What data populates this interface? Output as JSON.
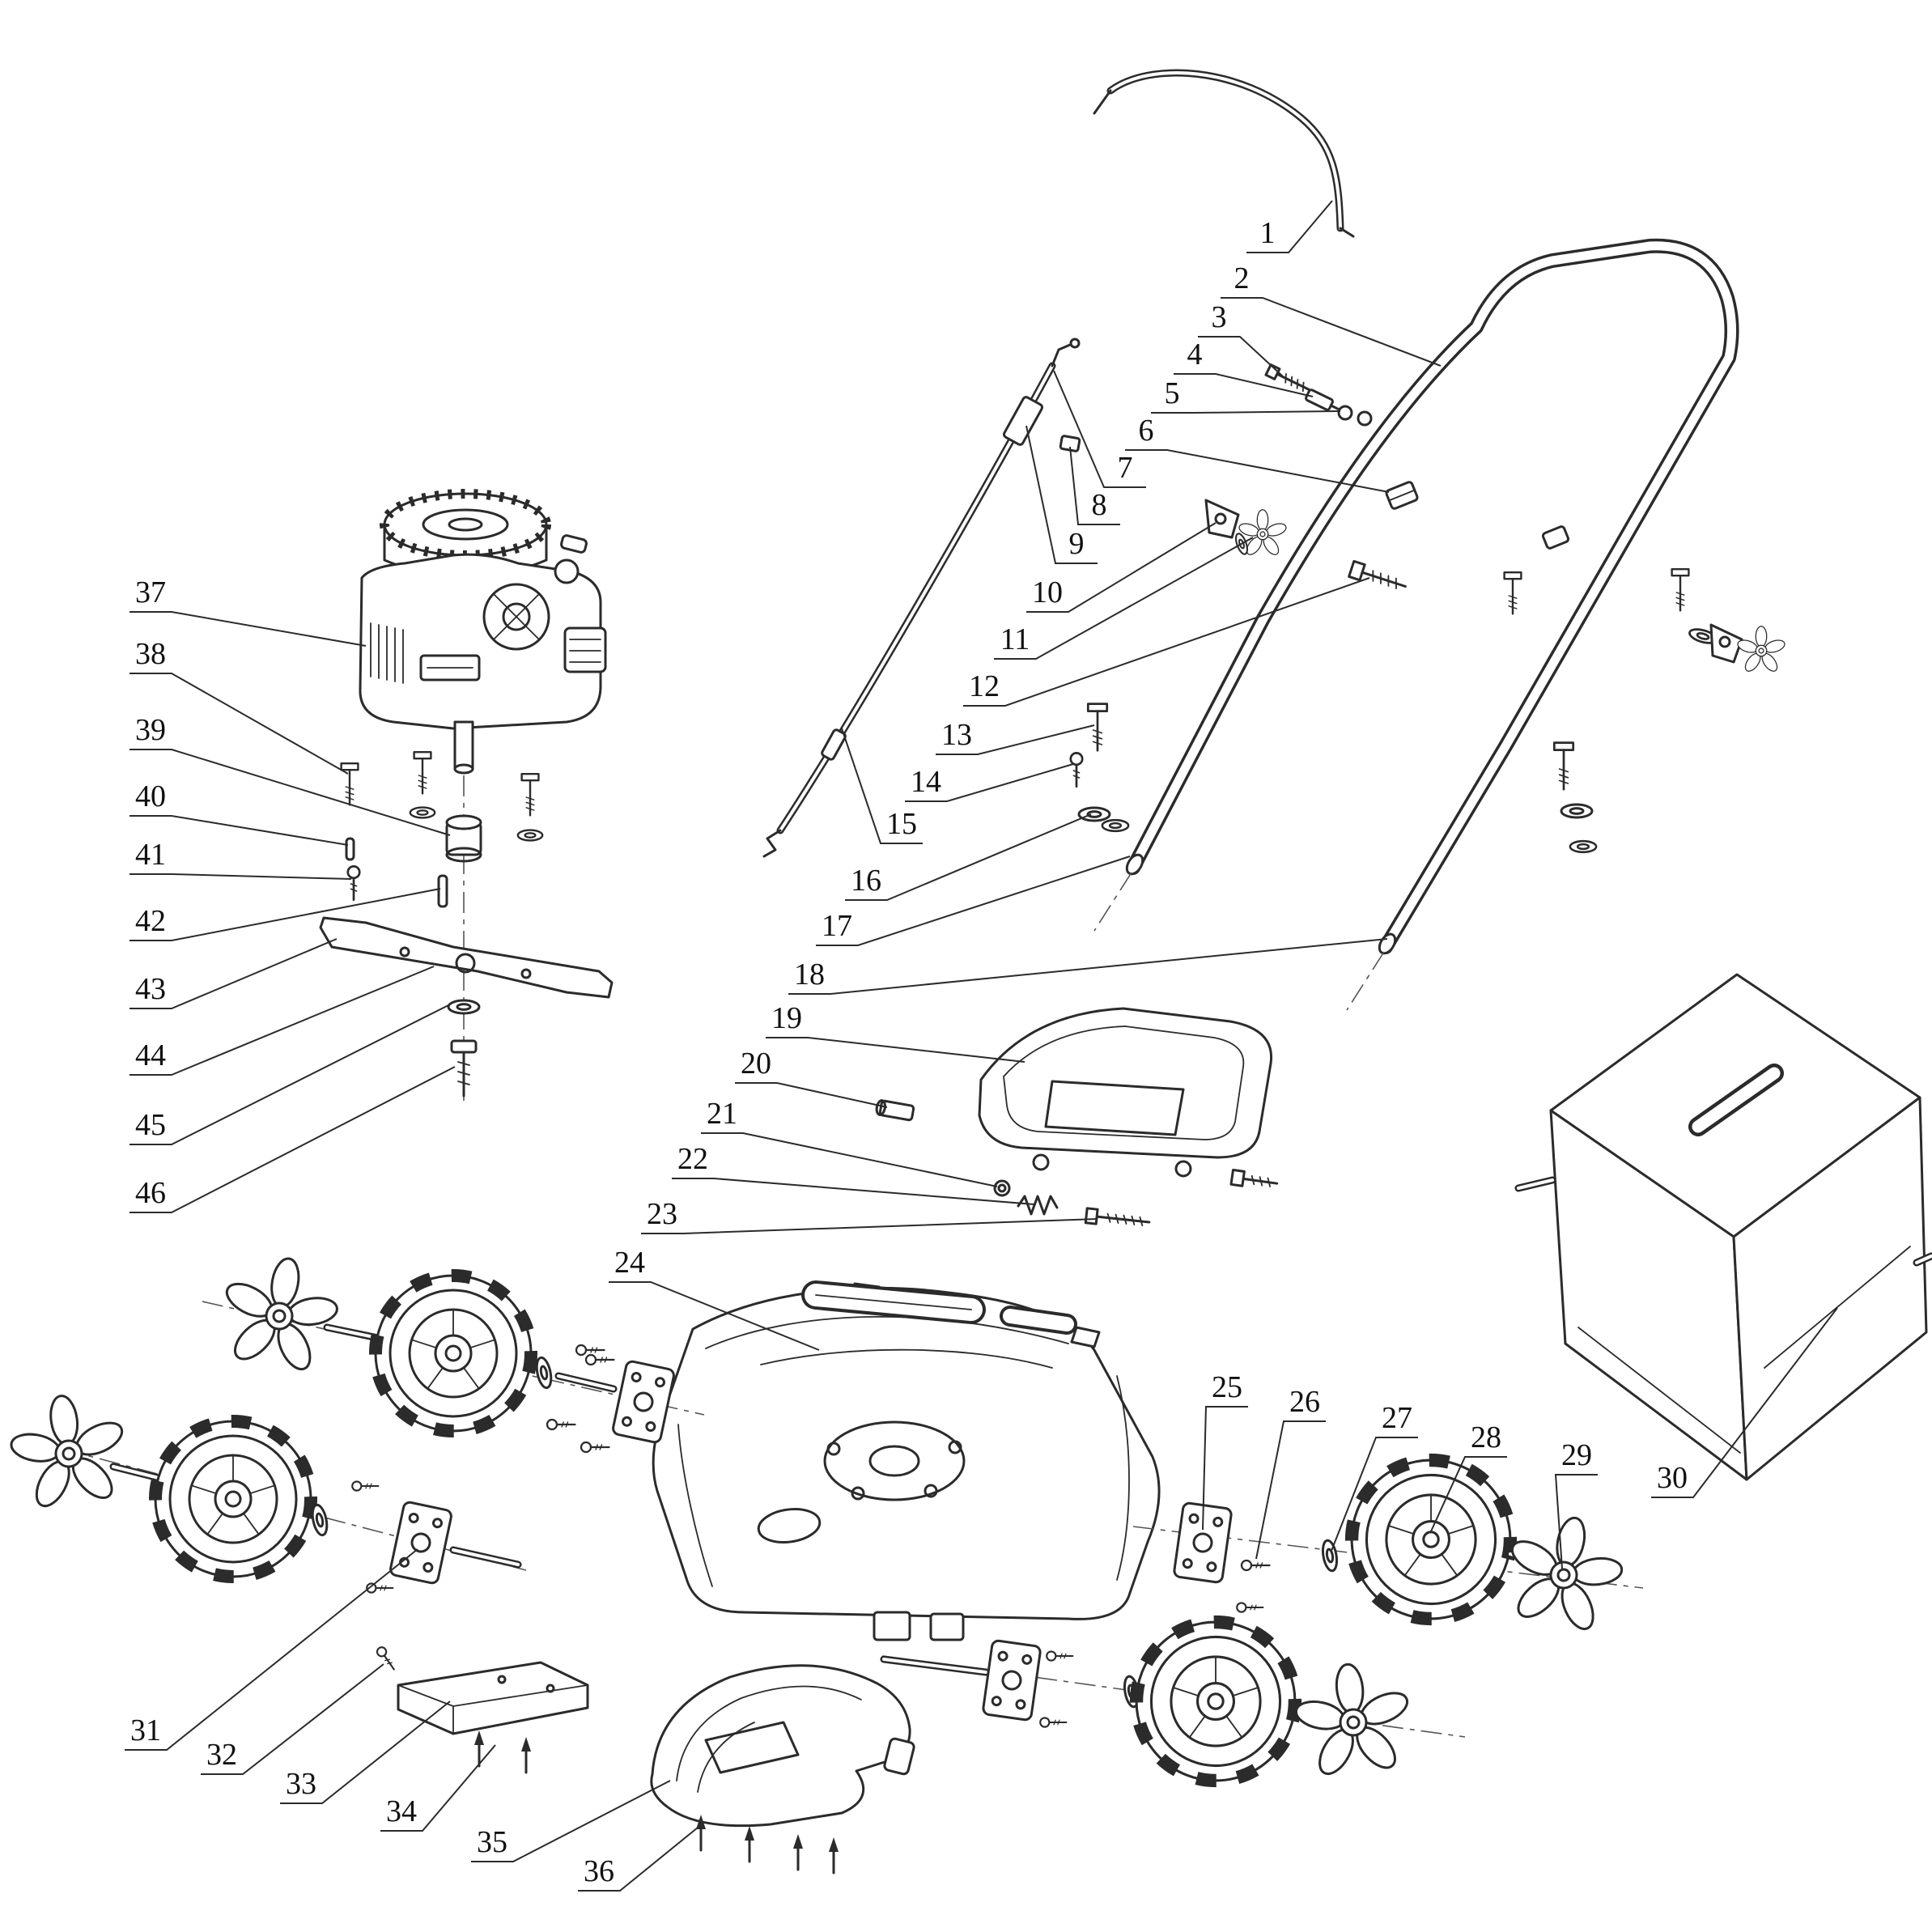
{
  "diagram": {
    "background": "#ffffff",
    "line_color": "#2b2b2b",
    "labels": [
      "1",
      "2",
      "3",
      "4",
      "5",
      "6",
      "7",
      "8",
      "9",
      "10",
      "11",
      "12",
      "13",
      "14",
      "15",
      "16",
      "17",
      "18",
      "19",
      "20",
      "21",
      "22",
      "23",
      "24",
      "25",
      "26",
      "27",
      "28",
      "29",
      "30",
      "31",
      "32",
      "33",
      "34",
      "35",
      "36",
      "37",
      "38",
      "39",
      "40",
      "41",
      "42",
      "43",
      "44",
      "45",
      "46"
    ]
  }
}
